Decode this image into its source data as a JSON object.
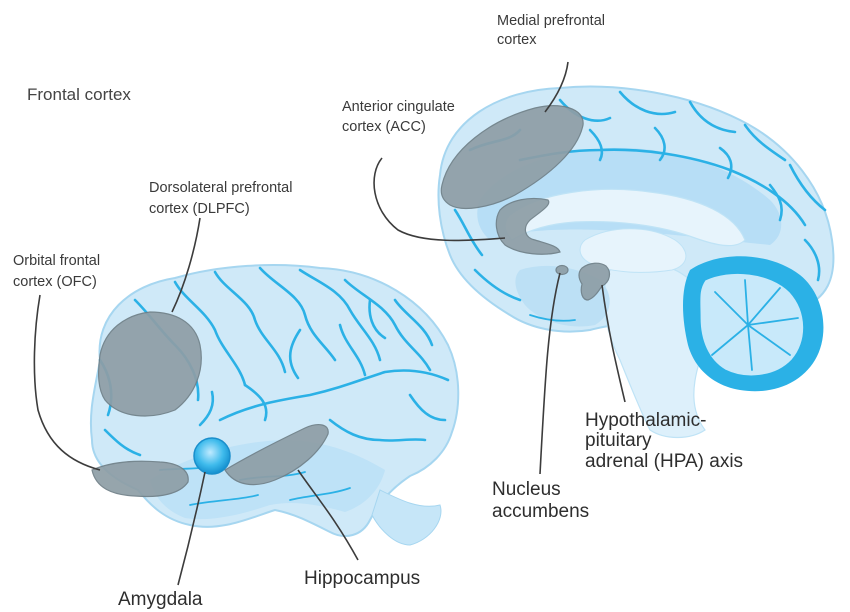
{
  "title": "Frontal cortex",
  "labels": {
    "medial_prefrontal": [
      "Medial prefrontal",
      "cortex"
    ],
    "acc": [
      "Anterior cingulate",
      "cortex (ACC)"
    ],
    "dlpfc": [
      "Dorsolateral prefrontal",
      "cortex (DLPFC)"
    ],
    "ofc": [
      "Orbital frontal",
      "cortex (OFC)"
    ],
    "hpa": [
      "Hypothalamic-",
      "pituitary",
      "adrenal (HPA) axis"
    ],
    "nucleus_accumbens": [
      "Nucleus",
      "accumbens"
    ],
    "hippocampus": [
      "Hippocampus"
    ],
    "amygdala": [
      "Amygdala"
    ]
  },
  "colors": {
    "brain_fill": "#cfe9f8",
    "brain_fill_dark": "#a9d9f3",
    "vein": "#2bb1e6",
    "region": "#8e9ea6",
    "text": "#3a3a3a"
  }
}
